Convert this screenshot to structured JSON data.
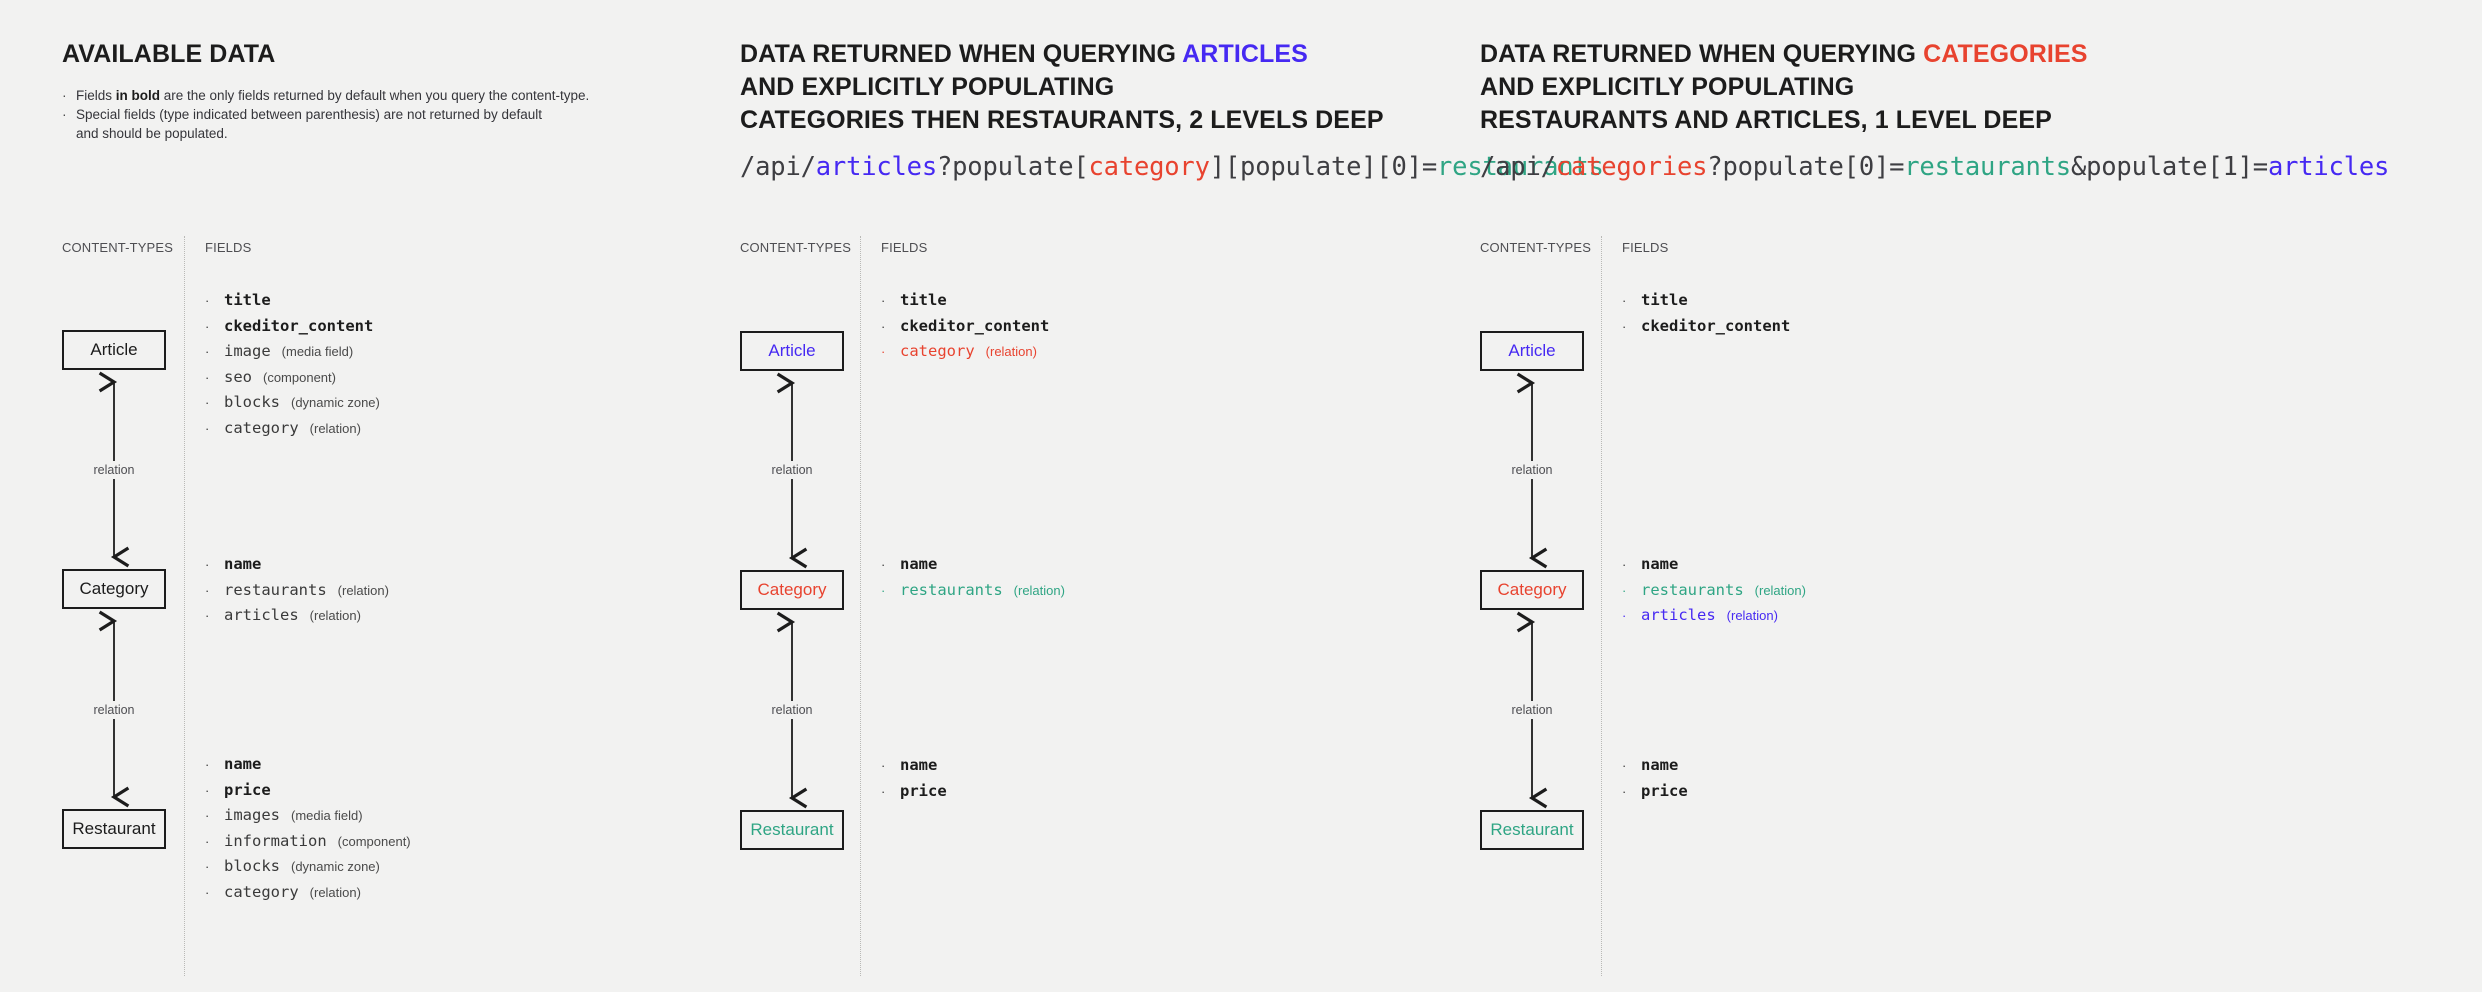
{
  "colors": {
    "background": "#f2f2f1",
    "ink": "#1c1c1c",
    "blue": "#4629f2",
    "red": "#e8432f",
    "green": "#2fa584"
  },
  "panel1": {
    "title": "AVAILABLE DATA",
    "notes": [
      {
        "lead": "Fields ",
        "bold": "in bold",
        "tail": " are the only fields returned by default when you query the content-type."
      },
      {
        "lead": "Special fields (type indicated between parenthesis) are not returned by default",
        "bold": "",
        "tail": ""
      },
      {
        "lead": "and should be populated.",
        "bold": "",
        "tail": "",
        "indent": true
      }
    ],
    "col_contenttypes": "CONTENT-TYPES",
    "col_fields": "FIELDS",
    "entities": [
      {
        "name": "Article",
        "color": "ink"
      },
      {
        "name": "Category",
        "color": "ink"
      },
      {
        "name": "Restaurant",
        "color": "ink"
      }
    ],
    "relations": [
      "relation",
      "relation"
    ],
    "fields": {
      "article": [
        {
          "name": "title",
          "type": "",
          "bold": true,
          "color": "ink"
        },
        {
          "name": "ckeditor_content",
          "type": "",
          "bold": true,
          "color": "ink"
        },
        {
          "name": "image",
          "type": "(media field)",
          "bold": false,
          "color": "ink"
        },
        {
          "name": "seo",
          "type": "(component)",
          "bold": false,
          "color": "ink"
        },
        {
          "name": "blocks",
          "type": "(dynamic zone)",
          "bold": false,
          "color": "ink"
        },
        {
          "name": "category",
          "type": "(relation)",
          "bold": false,
          "color": "ink"
        }
      ],
      "category": [
        {
          "name": "name",
          "type": "",
          "bold": true,
          "color": "ink"
        },
        {
          "name": "restaurants",
          "type": "(relation)",
          "bold": false,
          "color": "ink"
        },
        {
          "name": "articles",
          "type": "(relation)",
          "bold": false,
          "color": "ink"
        }
      ],
      "restaurant": [
        {
          "name": "name",
          "type": "",
          "bold": true,
          "color": "ink"
        },
        {
          "name": "price",
          "type": "",
          "bold": true,
          "color": "ink"
        },
        {
          "name": "images",
          "type": "(media field)",
          "bold": false,
          "color": "ink"
        },
        {
          "name": "information",
          "type": "(component)",
          "bold": false,
          "color": "ink"
        },
        {
          "name": "blocks",
          "type": "(dynamic zone)",
          "bold": false,
          "color": "ink"
        },
        {
          "name": "category",
          "type": "(relation)",
          "bold": false,
          "color": "ink"
        }
      ]
    }
  },
  "panel2": {
    "title_line1_a": "DATA RETURNED WHEN QUERYING ",
    "title_line1_b": "ARTICLES",
    "title_line2": "AND EXPLICITLY POPULATING",
    "title_line3": "CATEGORIES THEN RESTAURANTS, 2 LEVELS DEEP",
    "url_parts": [
      {
        "text": "/api/",
        "color": "ink"
      },
      {
        "text": "articles",
        "color": "blue"
      },
      {
        "text": "?populate[",
        "color": "ink"
      },
      {
        "text": "category",
        "color": "red"
      },
      {
        "text": "][populate][0]=",
        "color": "ink"
      },
      {
        "text": "restaurants",
        "color": "green"
      }
    ],
    "col_contenttypes": "CONTENT-TYPES",
    "col_fields": "FIELDS",
    "entities": [
      {
        "name": "Article",
        "color": "blue"
      },
      {
        "name": "Category",
        "color": "red"
      },
      {
        "name": "Restaurant",
        "color": "green"
      }
    ],
    "relations": [
      "relation",
      "relation"
    ],
    "fields": {
      "article": [
        {
          "name": "title",
          "type": "",
          "bold": true,
          "color": "ink"
        },
        {
          "name": "ckeditor_content",
          "type": "",
          "bold": true,
          "color": "ink"
        },
        {
          "name": "category",
          "type": "(relation)",
          "bold": false,
          "color": "red"
        }
      ],
      "category": [
        {
          "name": "name",
          "type": "",
          "bold": true,
          "color": "ink"
        },
        {
          "name": "restaurants",
          "type": "(relation)",
          "bold": false,
          "color": "green"
        }
      ],
      "restaurant": [
        {
          "name": "name",
          "type": "",
          "bold": true,
          "color": "ink"
        },
        {
          "name": "price",
          "type": "",
          "bold": true,
          "color": "ink"
        }
      ]
    }
  },
  "panel3": {
    "title_line1_a": "DATA RETURNED WHEN QUERYING ",
    "title_line1_b": "CATEGORIES",
    "title_line2": "AND EXPLICITLY POPULATING",
    "title_line3": "RESTAURANTS AND ARTICLES, 1 LEVEL DEEP",
    "url_parts": [
      {
        "text": "/api/",
        "color": "ink"
      },
      {
        "text": "categories",
        "color": "red"
      },
      {
        "text": "?populate[0]=",
        "color": "ink"
      },
      {
        "text": "restaurants",
        "color": "green"
      },
      {
        "text": "&populate[1]=",
        "color": "ink"
      },
      {
        "text": "articles",
        "color": "blue"
      }
    ],
    "col_contenttypes": "CONTENT-TYPES",
    "col_fields": "FIELDS",
    "entities": [
      {
        "name": "Article",
        "color": "blue"
      },
      {
        "name": "Category",
        "color": "red"
      },
      {
        "name": "Restaurant",
        "color": "green"
      }
    ],
    "relations": [
      "relation",
      "relation"
    ],
    "fields": {
      "article": [
        {
          "name": "title",
          "type": "",
          "bold": true,
          "color": "ink"
        },
        {
          "name": "ckeditor_content",
          "type": "",
          "bold": true,
          "color": "ink"
        }
      ],
      "category": [
        {
          "name": "name",
          "type": "",
          "bold": true,
          "color": "ink"
        },
        {
          "name": "restaurants",
          "type": "(relation)",
          "bold": false,
          "color": "green"
        },
        {
          "name": "articles",
          "type": "(relation)",
          "bold": false,
          "color": "blue"
        }
      ],
      "restaurant": [
        {
          "name": "name",
          "type": "",
          "bold": true,
          "color": "ink"
        },
        {
          "name": "price",
          "type": "",
          "bold": true,
          "color": "ink"
        }
      ]
    }
  }
}
